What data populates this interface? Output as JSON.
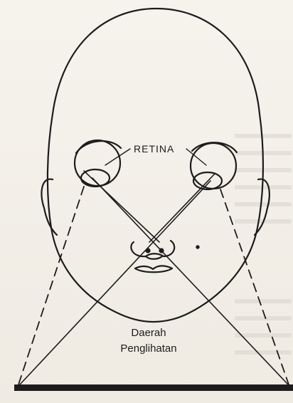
{
  "labels": {
    "retina": "RETINA",
    "area_line1": "Daerah",
    "area_line2": "Penglihatan"
  },
  "colors": {
    "ink": "#1c1c1c",
    "paper": "#f3f0ea"
  }
}
